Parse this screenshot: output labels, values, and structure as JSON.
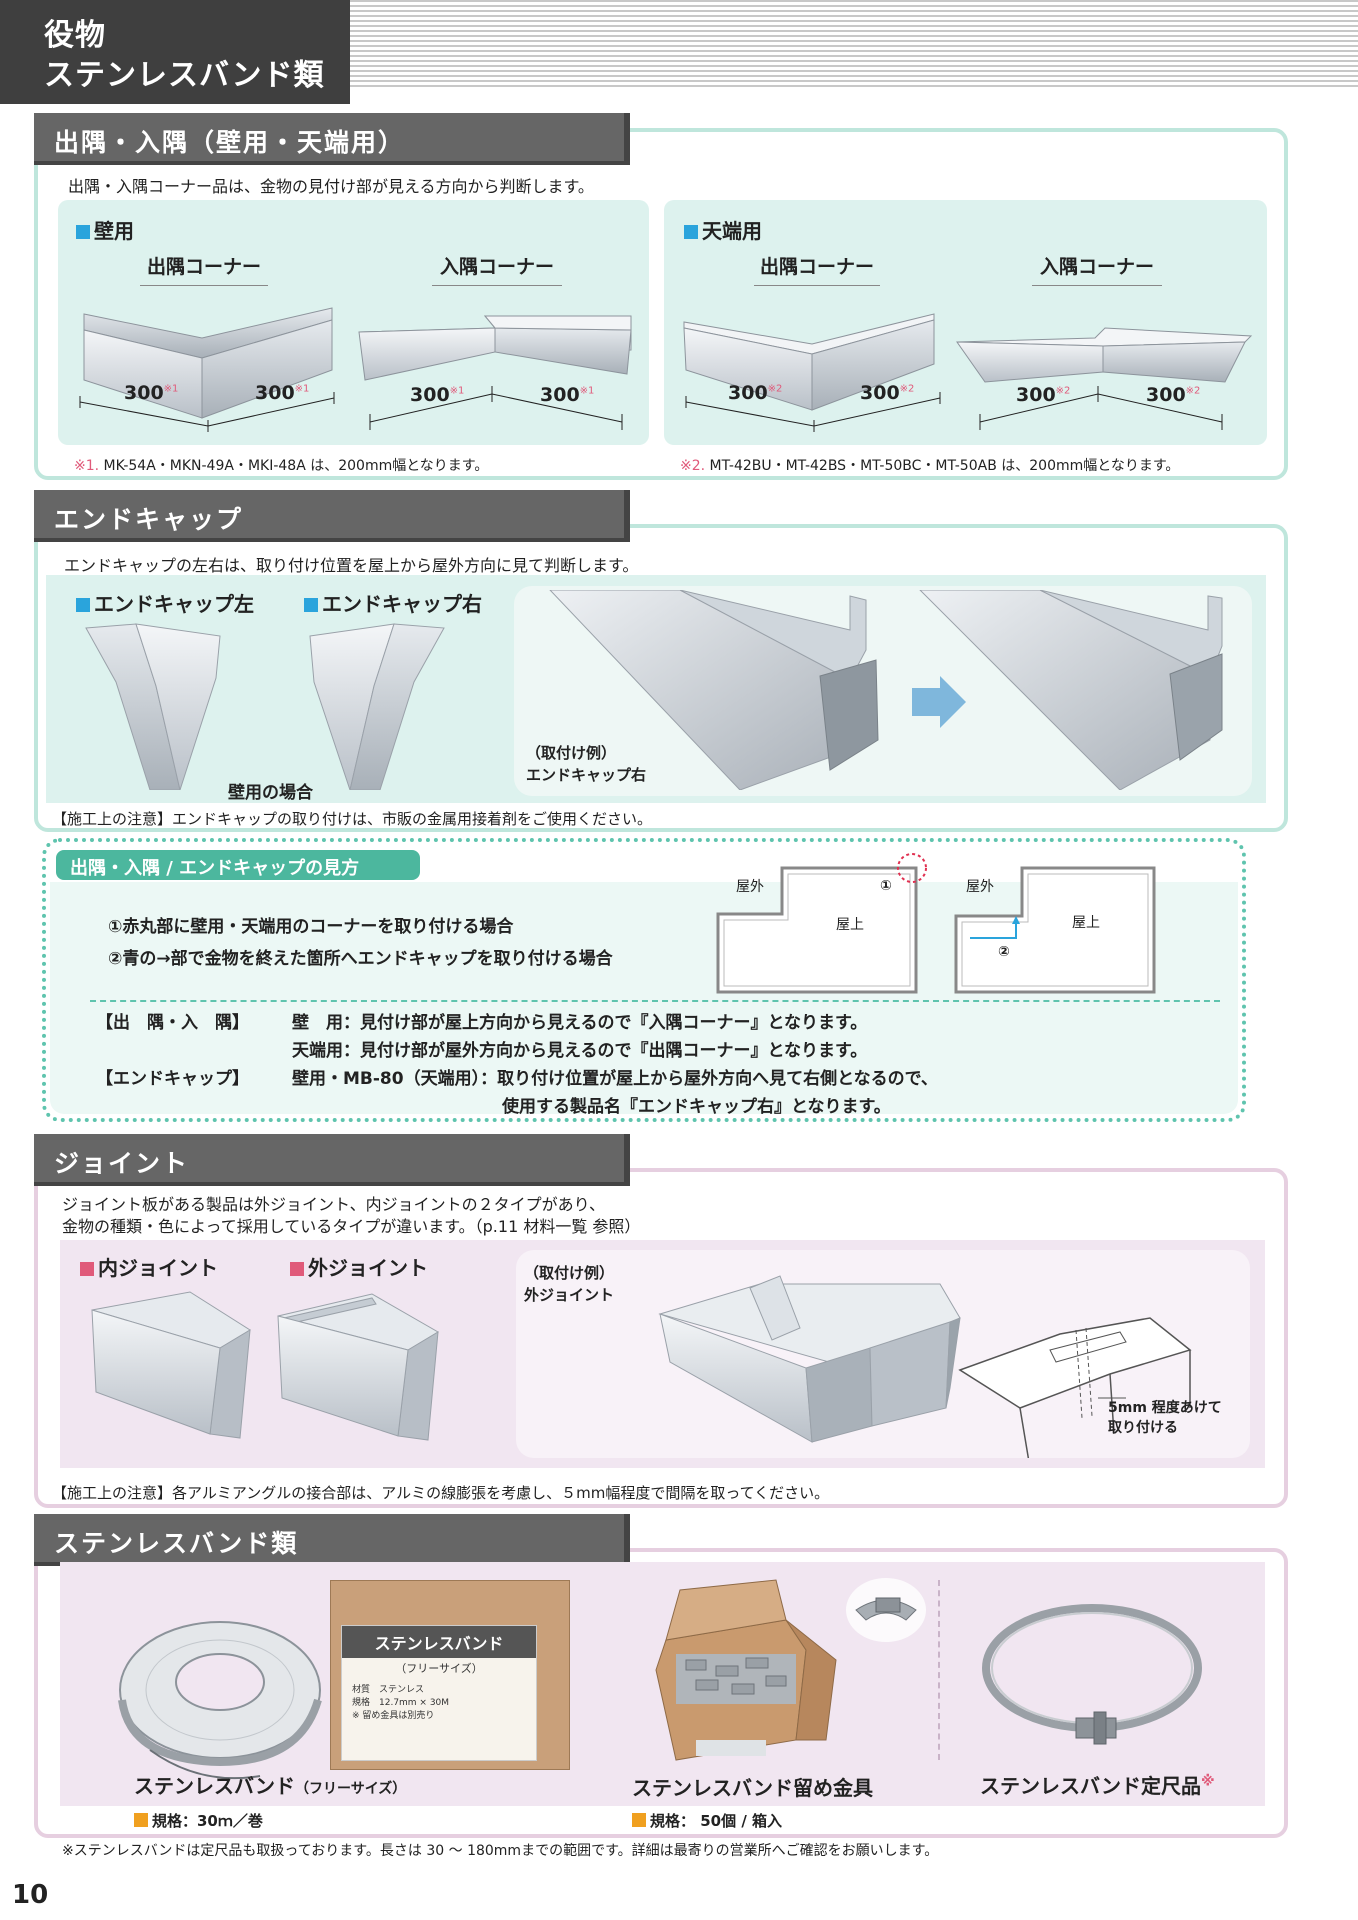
{
  "header": {
    "line1": "役物",
    "line2": "ステンレスバンド類"
  },
  "corner": {
    "title": "出隅・入隅（壁用・天端用）",
    "desc": "出隅・入隅コーナー品は、金物の見付け部が見える方向から判断します。",
    "wall": {
      "label": "壁用",
      "out": "出隅コーナー",
      "in": "入隅コーナー",
      "mark": "※1"
    },
    "top": {
      "label": "天端用",
      "out": "出隅コーナー",
      "in": "入隅コーナー",
      "mark": "※2"
    },
    "dim": "300",
    "note1_mark": "※1.",
    "note1": " MK-54A・MKN-49A・MKI-48A は、200mm幅となります。",
    "note2_mark": "※2.",
    "note2": " MT-42BU・MT-42BS・MT-50BC・MT-50AB は、200mm幅となります。"
  },
  "endcap": {
    "title": "エンドキャップ",
    "desc": "エンドキャップの左右は、取り付け位置を屋上から屋外方向に見て判断します。",
    "left": "エンドキャップ左",
    "right": "エンドキャップ右",
    "wall_case": "壁用の場合",
    "example1": "（取付け例）",
    "example2": "エンドキャップ右",
    "caution": "【施工上の注意】エンドキャップの取り付けは、市販の金属用接着剤をご使用ください。"
  },
  "howto": {
    "title": "出隅・入隅 / エンドキャップの見方",
    "item1": "①赤丸部に壁用・天端用のコーナーを取り付ける場合",
    "item2": "②青の→部で金物を終えた箇所へエンドキャップを取り付ける場合",
    "outside": "屋外",
    "roof": "屋上",
    "num1": "①",
    "num2": "②",
    "row1_label": "【出　隅・入　隅】",
    "row1_text": "壁　用：見付け部が屋上方向から見えるので『入隅コーナー』となります。",
    "row2_text": "天端用：見付け部が屋外方向から見えるので『出隅コーナー』となります。",
    "row3_label": "【エンドキャップ】",
    "row3_text": "壁用・MB-80（天端用）：取り付け位置が屋上から屋外方向へ見て右側となるので、",
    "row4_text": "使用する製品名『エンドキャップ右』となります。"
  },
  "joint": {
    "title": "ジョイント",
    "desc1": "ジョイント板がある製品は外ジョイント、内ジョイントの２タイプがあり、",
    "desc2": "金物の種類・色によって採用しているタイプが違います。（p.11 材料一覧 参照）",
    "inner": "内ジョイント",
    "outer": "外ジョイント",
    "example1": "（取付け例）",
    "example2": "外ジョイント",
    "gap1": "5mm 程度あけて",
    "gap2": "取り付ける",
    "caution": "【施工上の注意】各アルミアングルの接合部は、アルミの線膨張を考慮し、５mm幅程度で間隔を取ってください。"
  },
  "band": {
    "title": "ステンレスバンド類",
    "box_title": "ステンレスバンド",
    "box_sub": "（フリーサイズ）",
    "box_l1": "材質　ステンレス",
    "box_l2": "規格　12.7mm × 30M",
    "box_l3": "※ 留め金具は別売り",
    "prod1": "ステンレスバンド",
    "prod1_sub": "（フリーサイズ）",
    "spec1": "規格：30ｍ／巻",
    "prod2": "ステンレスバンド留め金具",
    "spec2": "規格： 50個 / 箱入",
    "prod3": "ステンレスバンド定尺品",
    "prod3_mark": "※",
    "footnote": "※ステンレスバンドは定尺品も取扱っております。長さは 30 ～ 180mmまでの範囲です。詳細は最寄りの営業所へご確認をお願いします。"
  },
  "page_number": "10"
}
